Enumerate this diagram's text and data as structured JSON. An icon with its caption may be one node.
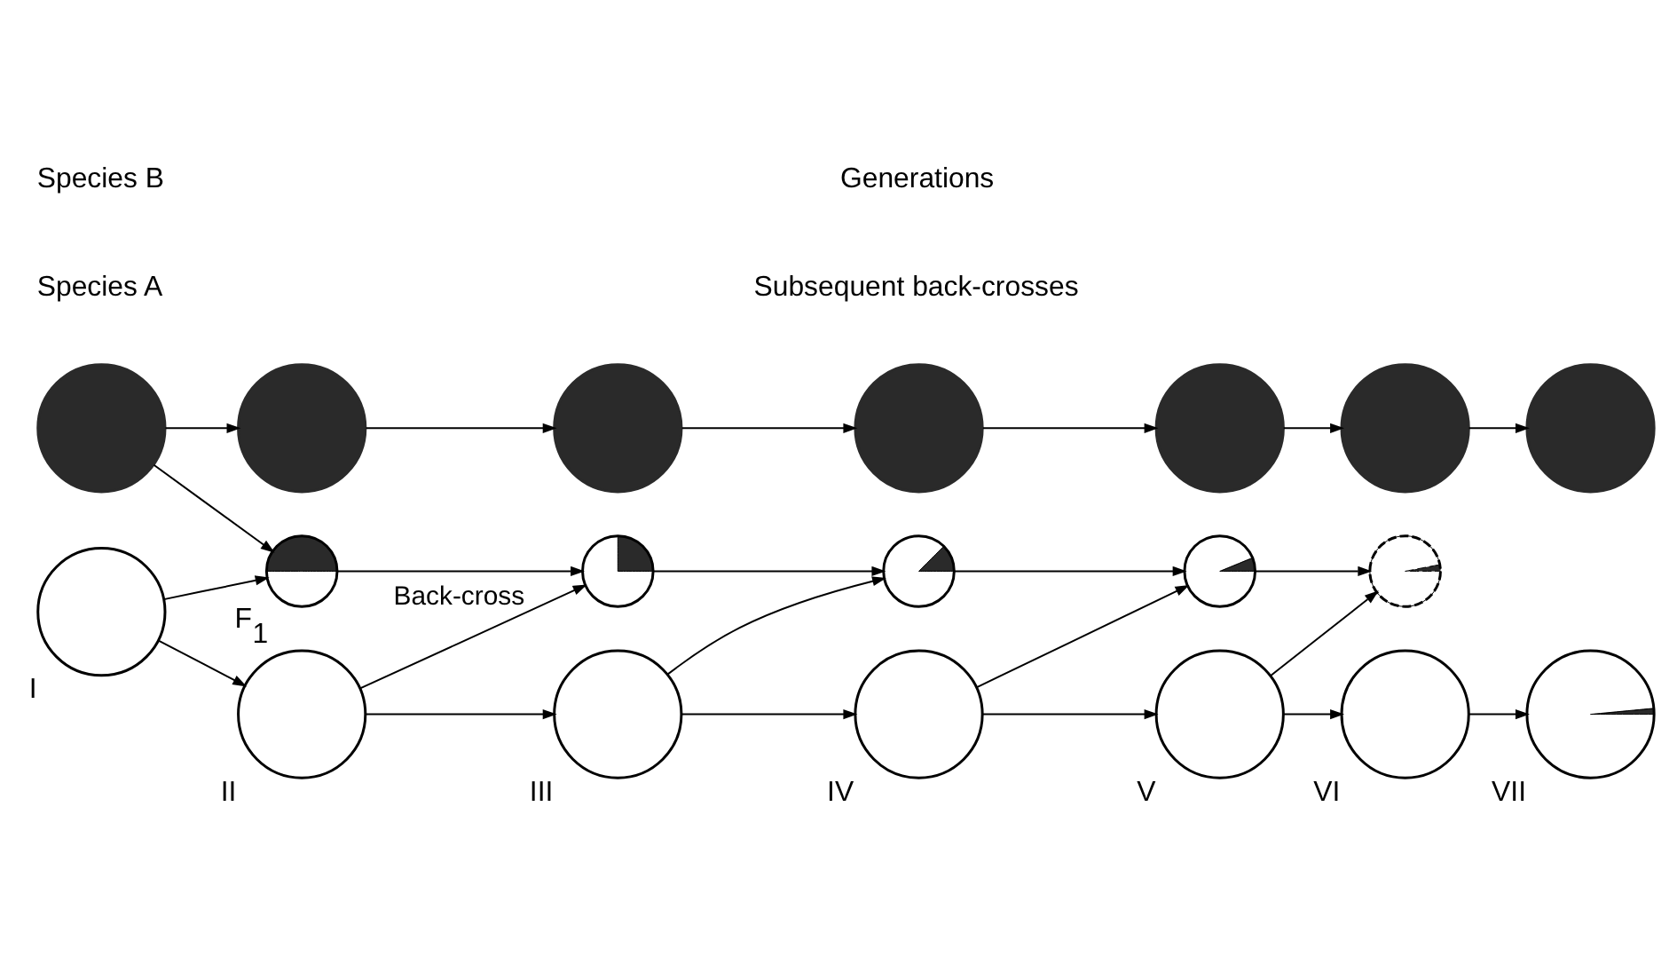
{
  "diagram": {
    "nodes": [
      {
        "text": [],
        "shape": "circle"
      },
      {
        "text": [],
        "shape": "circle"
      },
      {
        "text": [],
        "shape": "circle"
      },
      {
        "text": [],
        "shape": "circle"
      },
      {
        "text": [],
        "shape": "circle"
      },
      {
        "text": [],
        "shape": "circle"
      },
      {
        "text": [],
        "shape": "circle"
      },
      {
        "text": [],
        "shape": "circle",
        "beside": [
          "F$_{1}$"
        ]
      },
      {
        "text": [],
        "shape": "circle"
      },
      {
        "text": [],
        "shape": "circle"
      },
      {
        "text": [],
        "shape": "circle"
      },
      {
        "text": [],
        "shape": "circle",
        "beside": [
          "I"
        ]
      },
      {
        "text": [],
        "shape": "circle",
        "beside": [
          "II"
        ]
      },
      {
        "text": [],
        "shape": "circle",
        "beside": [
          "III"
        ]
      },
      {
        "text": [],
        "shape": "circle",
        "beside": [
          "IV"
        ]
      },
      {
        "text": [],
        "shape": "circle",
        "beside": [
          "V"
        ]
      },
      {
        "text": [],
        "shape": "circle",
        "beside": [
          "VI"
        ]
      },
      {
        "text": [],
        "shape": "circle"
      },
      {
        "text": [],
        "shape": "circle",
        "beside": [
          "VII"
        ]
      }
    ],
    "edges": [
      {
        "from": 0,
        "to": 1,
        "arrow": "to"
      },
      {
        "from": 1,
        "to": 2,
        "arrow": "to"
      },
      {
        "from": 2,
        "to": 3,
        "arrow": "to"
      },
      {
        "from": 3,
        "to": 4,
        "arrow": "to"
      },
      {
        "from": 4,
        "to": 5,
        "arrow": "to"
      },
      {
        "from": 5,
        "to": 6,
        "arrow": "to"
      },
      {
        "from": 0,
        "to": 7,
        "arrow": "to"
      },
      {
        "from": 11,
        "to": 7,
        "arrow": "to"
      },
      {
        "from": 7,
        "to": 8,
        "arrow": "to"
      },
      {
        "from": 12,
        "to": 8,
        "arrow": "to",
        "label": "Back-cross"
      },
      {
        "from": 8,
        "to": 9,
        "arrow": "to"
      },
      {
        "from": 13,
        "to": 9,
        "arrow": "to"
      },
      {
        "from": 9,
        "to": 10,
        "arrow": "to"
      },
      {
        "from": 14,
        "to": 10,
        "arrow": "to"
      },
      {
        "from": 10,
        "to": 17,
        "arrow": "to"
      },
      {
        "from": 15,
        "to": 17,
        "arrow": "to"
      },
      {
        "from": 11,
        "to": 12,
        "arrow": "to"
      },
      {
        "from": 12,
        "to": 13,
        "arrow": "to"
      },
      {
        "from": 13,
        "to": 14,
        "arrow": "to"
      },
      {
        "from": 14,
        "to": 15,
        "arrow": "to"
      },
      {
        "from": 15,
        "to": 16,
        "arrow": "to"
      },
      {
        "from": 16,
        "to": 18,
        "arrow": "to"
      }
    ],
    "labels": [
      "Species A",
      "Species B",
      "Subsequent back-crosses",
      "Generations"
    ]
  }
}
